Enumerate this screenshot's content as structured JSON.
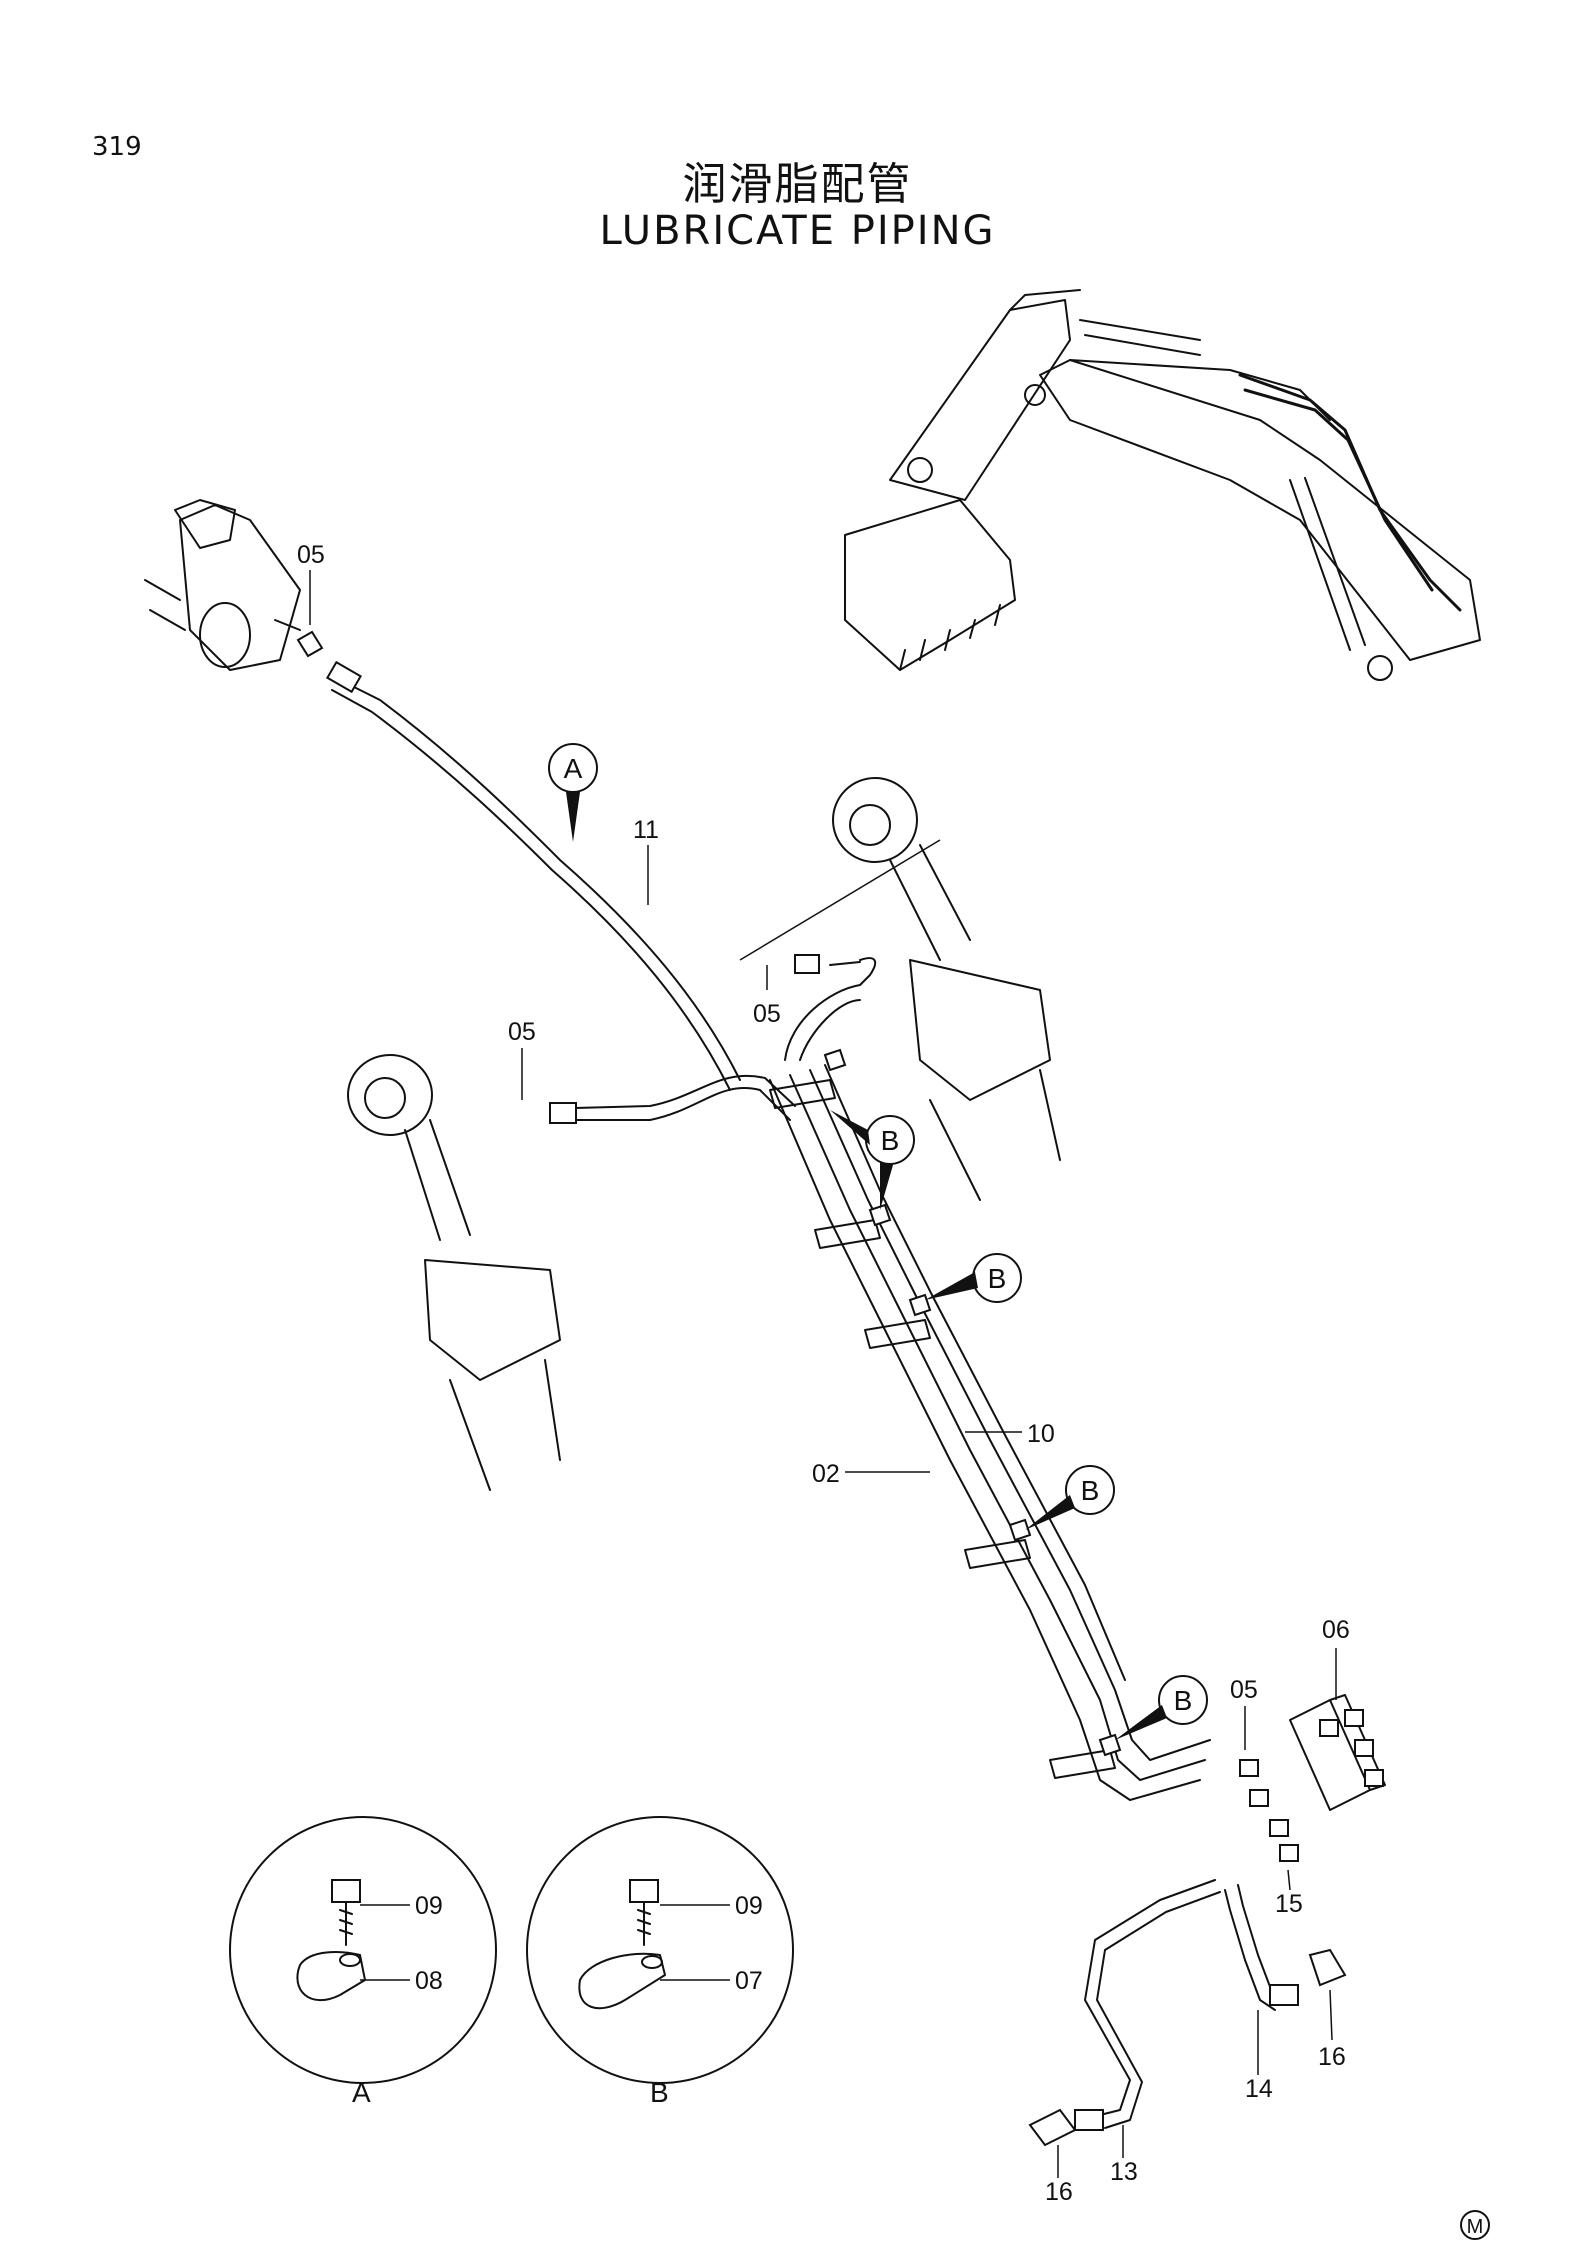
{
  "page": {
    "number": "319",
    "title_cn": "润滑脂配管",
    "title_en": "LUBRICATE PIPING",
    "mark": "M"
  },
  "callouts": {
    "a": "A",
    "b": "B"
  },
  "part_labels": {
    "p02": "02",
    "p05": "05",
    "p06": "06",
    "p07": "07",
    "p08": "08",
    "p09": "09",
    "p10": "10",
    "p11": "11",
    "p13": "13",
    "p14": "14",
    "p15": "15",
    "p16": "16"
  },
  "detail_views": {
    "a_caption": "A",
    "b_caption": "B"
  }
}
